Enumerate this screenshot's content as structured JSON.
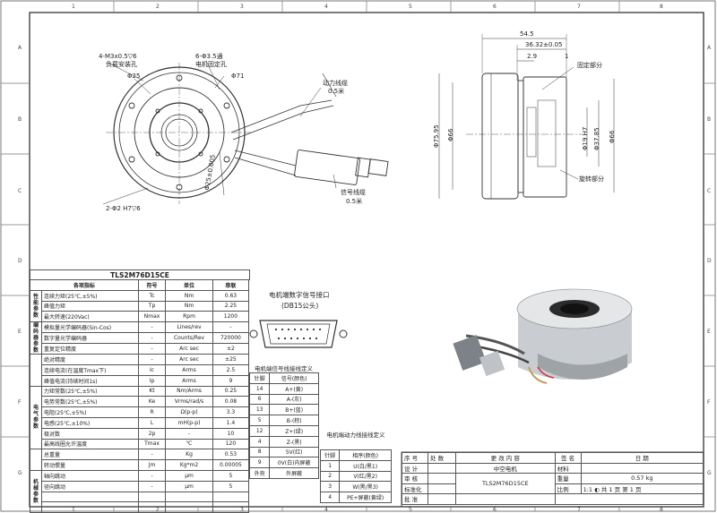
{
  "border": {
    "cols": [
      "1",
      "2",
      "3",
      "4",
      "5",
      "6",
      "7",
      "8"
    ],
    "rows": [
      "A",
      "B",
      "C",
      "D",
      "E",
      "F",
      "G"
    ]
  },
  "front_view": {
    "lbl_holes_a": "4-M3x0.5▽6",
    "lbl_holes_b": "负载安装孔",
    "lbl_fix_a": "6-Φ3.5通",
    "lbl_fix_b": "电机固定孔",
    "lbl_d25": "Φ25",
    "lbl_d71": "Φ71",
    "lbl_power_a": "动力线缆",
    "lbl_power_b": "0.5米",
    "lbl_pin": "2-Φ2 H7▽6",
    "lbl_pcd": "Φ25±0.005",
    "lbl_signal_a": "信号线缆",
    "lbl_signal_b": "0.5米"
  },
  "side_view": {
    "dim_total": "54.5",
    "dim_mid": "36.32±0.05",
    "dim_small": "2.9",
    "dim_one": "1",
    "lbl_fixed": "固定部分",
    "lbl_d7595": "Φ75.95",
    "lbl_d66l": "Φ66",
    "lbl_d19": "Φ19 H7",
    "lbl_d3785": "Φ37.85",
    "lbl_d66r": "Φ66",
    "lbl_rotating": "旋转部分"
  },
  "connector": {
    "title_a": "电机端数字信号接口",
    "title_b": "(DB15公头)"
  },
  "spec_table": {
    "title": "TLS2M76D15CE",
    "headers": [
      "各项指标",
      "符号",
      "单位",
      "串联"
    ],
    "groups": [
      {
        "name": "性能参数",
        "span": 3
      },
      {
        "name": "编码器参数",
        "span": 3
      },
      {
        "name": "",
        "span": 3
      },
      {
        "name": "电气参数",
        "span": 6
      },
      {
        "name": "",
        "span": 2
      },
      {
        "name": "机械参数",
        "span": 4
      }
    ],
    "rows": [
      [
        "连续力矩(25℃,±5%)",
        "Tc",
        "Nm",
        "0.63"
      ],
      [
        "峰值力矩",
        "Tp",
        "Nm",
        "2.25"
      ],
      [
        "最大转速(220Vac)",
        "Nmax",
        "Rpm",
        "1200"
      ],
      [
        "模拟量光学编码器(Sin-Cos)",
        "-",
        "Lines/rev",
        "-"
      ],
      [
        "数字量光学编码器",
        "-",
        "Counts/Rev",
        "720000"
      ],
      [
        "重复定位精度",
        "-",
        "Arc sec",
        "±2"
      ],
      [
        "绝对精度",
        "-",
        "Arc sec",
        "±25"
      ],
      [
        "连续电流(在温度Tmax下)",
        "Ic",
        "Arms",
        "2.5"
      ],
      [
        "峰值电流(持续时间1s)",
        "Ip",
        "Arms",
        "9"
      ],
      [
        "力矩常数(25℃,±5%)",
        "Kt",
        "Nm/Arms",
        "0.25"
      ],
      [
        "电势常数(25℃,±5%)",
        "Ke",
        "Vrms/rad/s",
        "0.08"
      ],
      [
        "电阻(25℃,±5%)",
        "R",
        "Ω(p-p)",
        "3.3"
      ],
      [
        "电感(25℃,±10%)",
        "L",
        "mH(p-p)",
        "1.4"
      ],
      [
        "极对数",
        "2p",
        "-",
        "10"
      ],
      [
        "最高线圈允许温度",
        "Tmax",
        "℃",
        "120"
      ],
      [
        "总重量",
        "-",
        "Kg",
        "0.53"
      ],
      [
        "转动惯量",
        "Jm",
        "Kg*m2",
        "0.00005"
      ],
      [
        "轴向跳动",
        "-",
        "μm",
        "5"
      ],
      [
        "径向跳动",
        "-",
        "μm",
        "5"
      ]
    ]
  },
  "pin_table": {
    "title": "电机端信号线接线定义",
    "headers": [
      "针脚",
      "信号(颜色)"
    ],
    "rows": [
      [
        "14",
        "A+(黄)"
      ],
      [
        "6",
        "A-(灰)"
      ],
      [
        "13",
        "B+(蓝)"
      ],
      [
        "5",
        "B-(棕)"
      ],
      [
        "12",
        "Z+(绿)"
      ],
      [
        "4",
        "Z-(黑)"
      ],
      [
        "8",
        "5V(红)"
      ],
      [
        "9",
        "0V(白)内屏蔽"
      ],
      [
        "外壳",
        "外屏蔽"
      ]
    ]
  },
  "power_table": {
    "title": "电机端动力线接线定义",
    "headers": [
      "针脚",
      "相序(颜色)"
    ],
    "rows": [
      [
        "1",
        "U(白/黑1)"
      ],
      [
        "2",
        "V(红/黑2)"
      ],
      [
        "3",
        "W(黑/黑3)"
      ],
      [
        "4",
        "PE+屏蔽(黄绿)"
      ]
    ]
  },
  "title_block": {
    "rev_headers": [
      "序 号",
      "处 数",
      "更 改 内 容",
      "签 名",
      "日 期"
    ],
    "roles": [
      "设 计",
      "审 核",
      "标准化",
      "批 准"
    ],
    "company": "中空电机",
    "part_no": "TLS2M76D15CE",
    "material_label": "材料",
    "weight_label": "重量",
    "weight_value": "0.57 kg",
    "scale_label": "比例",
    "scale_value": "1:1",
    "sheet_value": "共 1 页 第 1 页"
  }
}
